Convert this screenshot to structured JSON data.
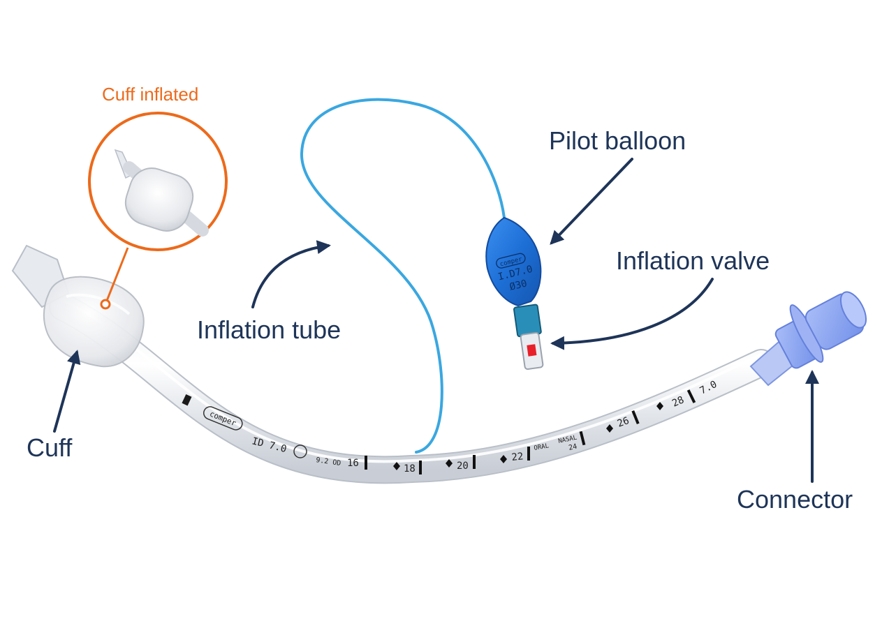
{
  "labels": {
    "cuff_inflated": "Cuff inflated",
    "pilot_balloon": "Pilot balloon",
    "inflation_valve": "Inflation valve",
    "inflation_tube": "Inflation tube",
    "cuff": "Cuff",
    "connector": "Connector"
  },
  "tube_print": {
    "brand": "comper",
    "id_marking": "ID 7.0",
    "od_marking": "9.2 OD",
    "depth_marks": [
      "16",
      "18",
      "20",
      "22",
      "24",
      "26",
      "28"
    ],
    "end_marking": "7.0",
    "oral_label": "ORAL",
    "nasal_label": "NASAL"
  },
  "balloon_print": {
    "brand": "comper",
    "line1": "I.D7.0",
    "line2": "Ø30"
  },
  "colors": {
    "label_navy": "#1e3458",
    "accent_orange": "#ec6a1b",
    "inflation_tube_blue": "#3aa7e0",
    "pilot_balloon_blue": "#1d6fd6",
    "connector_blue": "#8aa6f2",
    "valve_red": "#e8202a"
  }
}
